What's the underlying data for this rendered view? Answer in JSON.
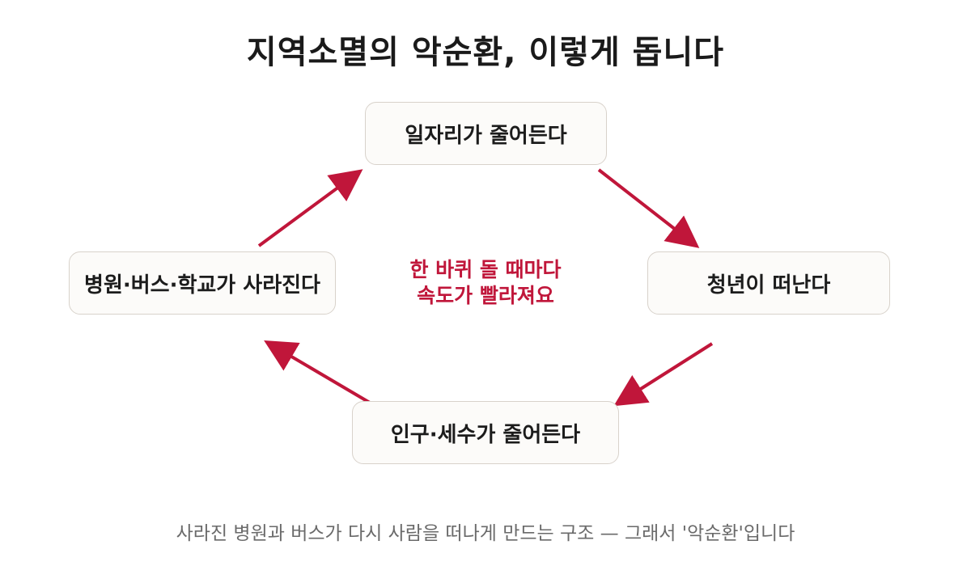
{
  "title": "지역소멸의 악순환, 이렇게 돕니다",
  "nodes": {
    "top": "일자리가 줄어든다",
    "right": "청년이 떠난다",
    "bottom": "인구·세수가 줄어든다",
    "left": "병원·버스·학교가 사라진다"
  },
  "center_note": {
    "line1": "한 바퀴 돌 때마다",
    "line2": "속도가 빨라져요"
  },
  "caption": "사라진 병원과 버스가 다시 사람을 떠나게 만드는 구조 — 그래서 '악순환'입니다",
  "colors": {
    "arrow": "#c0163a",
    "accent_text": "#c0163a",
    "node_border": "#d8d2cb",
    "node_fill": "#fcfbf9"
  }
}
